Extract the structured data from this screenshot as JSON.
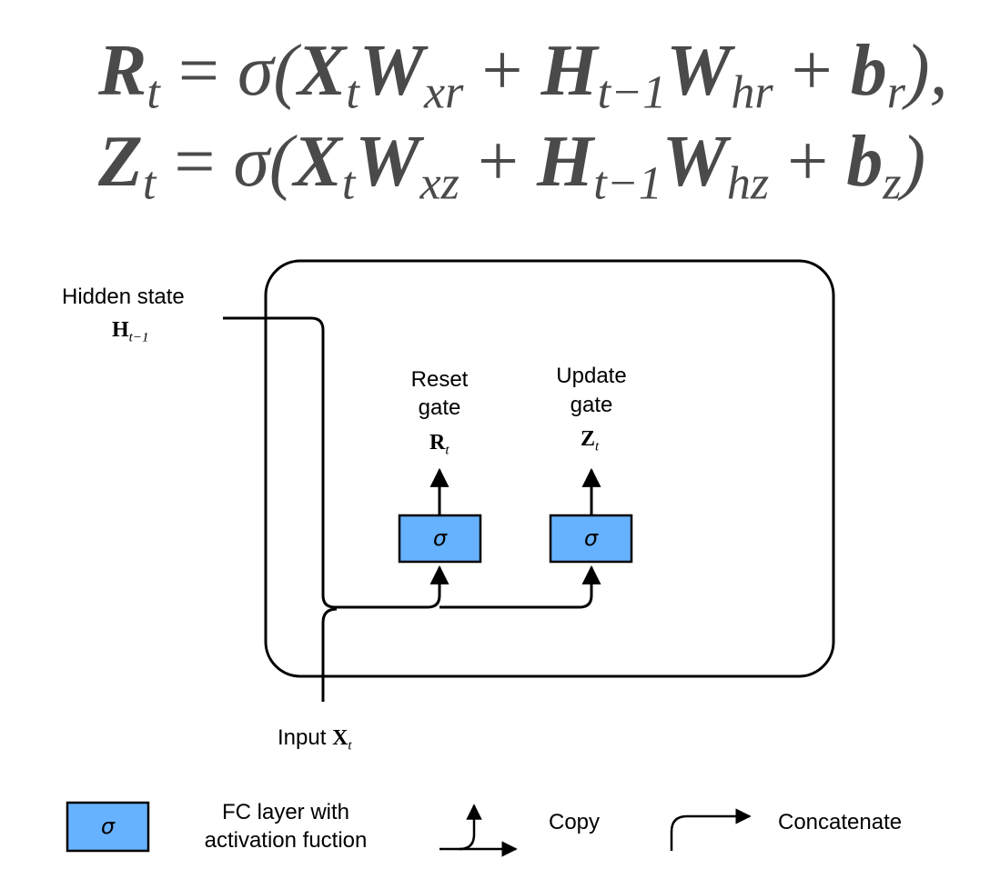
{
  "equations": {
    "reset": {
      "lhs": "R",
      "lhs_sub": "t",
      "eq": "=",
      "sigma": "σ(",
      "x": "X",
      "x_sub": "t",
      "w1": "W",
      "w1_sub": "xr",
      "plus1": "+",
      "h": "H",
      "h_sub": "t−1",
      "w2": "W",
      "w2_sub": "hr",
      "plus2": "+",
      "b": "b",
      "b_sub": "r",
      "close": "),"
    },
    "update": {
      "lhs": "Z",
      "lhs_sub": "t",
      "eq": "=",
      "sigma": "σ(",
      "x": "X",
      "x_sub": "t",
      "w1": "W",
      "w1_sub": "xz",
      "plus1": "+",
      "h": "H",
      "h_sub": "t−1",
      "w2": "W",
      "w2_sub": "hz",
      "plus2": "+",
      "b": "b",
      "b_sub": "z",
      "close": ")"
    }
  },
  "diagram": {
    "hidden_state_label": "Hidden state",
    "hidden_state_symbol": "H",
    "hidden_state_sub": "t−1",
    "reset_gate_line1": "Reset",
    "reset_gate_line2": "gate",
    "reset_gate_symbol": "R",
    "reset_gate_sub": "t",
    "update_gate_line1": "Update",
    "update_gate_line2": "gate",
    "update_gate_symbol": "Z",
    "update_gate_sub": "t",
    "sigma_symbol": "σ",
    "input_label": "Input",
    "input_symbol": "X",
    "input_sub": "t"
  },
  "legend": {
    "fc_symbol": "σ",
    "fc_line1": "FC layer with",
    "fc_line2": "activation fuction",
    "copy_label": "Copy",
    "concat_label": "Concatenate"
  },
  "colors": {
    "fc_box": "#66b2ff",
    "line": "#000000",
    "equation": "#4a4a4a"
  }
}
